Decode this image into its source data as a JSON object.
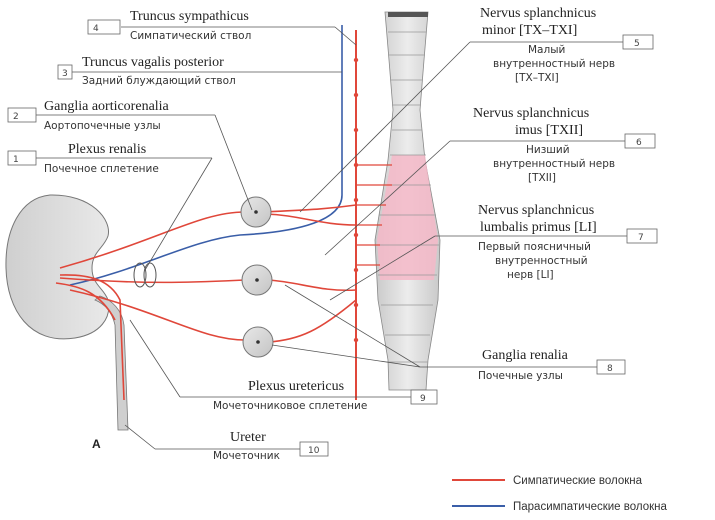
{
  "labels": [
    {
      "num": "4",
      "latin": [
        "Truncus sympathicus"
      ],
      "russian": [
        "Симпатический ствол"
      ]
    },
    {
      "num": "3",
      "latin": [
        "Truncus vagalis posterior"
      ],
      "russian": [
        "Задний блуждающий ствол"
      ]
    },
    {
      "num": "2",
      "latin": [
        "Ganglia aorticorenalia"
      ],
      "russian": [
        "Аортопочечные узлы"
      ]
    },
    {
      "num": "1",
      "latin": [
        "Plexus renalis"
      ],
      "russian": [
        "Почечное сплетение"
      ]
    },
    {
      "num": "5",
      "latin": [
        "Nervus splanchnicus",
        "minor [TX–TXI]"
      ],
      "russian": [
        "Малый",
        "внутренностный нерв",
        "[TX–TXI]"
      ]
    },
    {
      "num": "6",
      "latin": [
        "Nervus splanchnicus",
        "imus [TXII]"
      ],
      "russian": [
        "Низший",
        "внутренностный нерв",
        "[TXII]"
      ]
    },
    {
      "num": "7",
      "latin": [
        "Nervus splanchnicus",
        "lumbalis primus [LI]"
      ],
      "russian": [
        "Первый поясничный",
        "внутренностный",
        "нерв [LI]"
      ]
    },
    {
      "num": "8",
      "latin": [
        "Ganglia renalia"
      ],
      "russian": [
        "Почечные узлы"
      ]
    },
    {
      "num": "9",
      "latin": [
        "Plexus uretericus"
      ],
      "russian": [
        "Мочеточниковое сплетение"
      ]
    },
    {
      "num": "10",
      "latin": [
        "Ureter"
      ],
      "russian": [
        "Мочеточник"
      ]
    }
  ],
  "panel_letter": "А",
  "legend": [
    {
      "label": "Симпатические волокна",
      "color": "#e0473a"
    },
    {
      "label": "Парасимпатические волокна",
      "color": "#3a5ea8"
    }
  ],
  "colors": {
    "sympathetic": "#e0473a",
    "parasympathetic": "#3a5ea8",
    "kidney": "#d6d6d6",
    "spine_highlight": "#f4b8c8"
  }
}
